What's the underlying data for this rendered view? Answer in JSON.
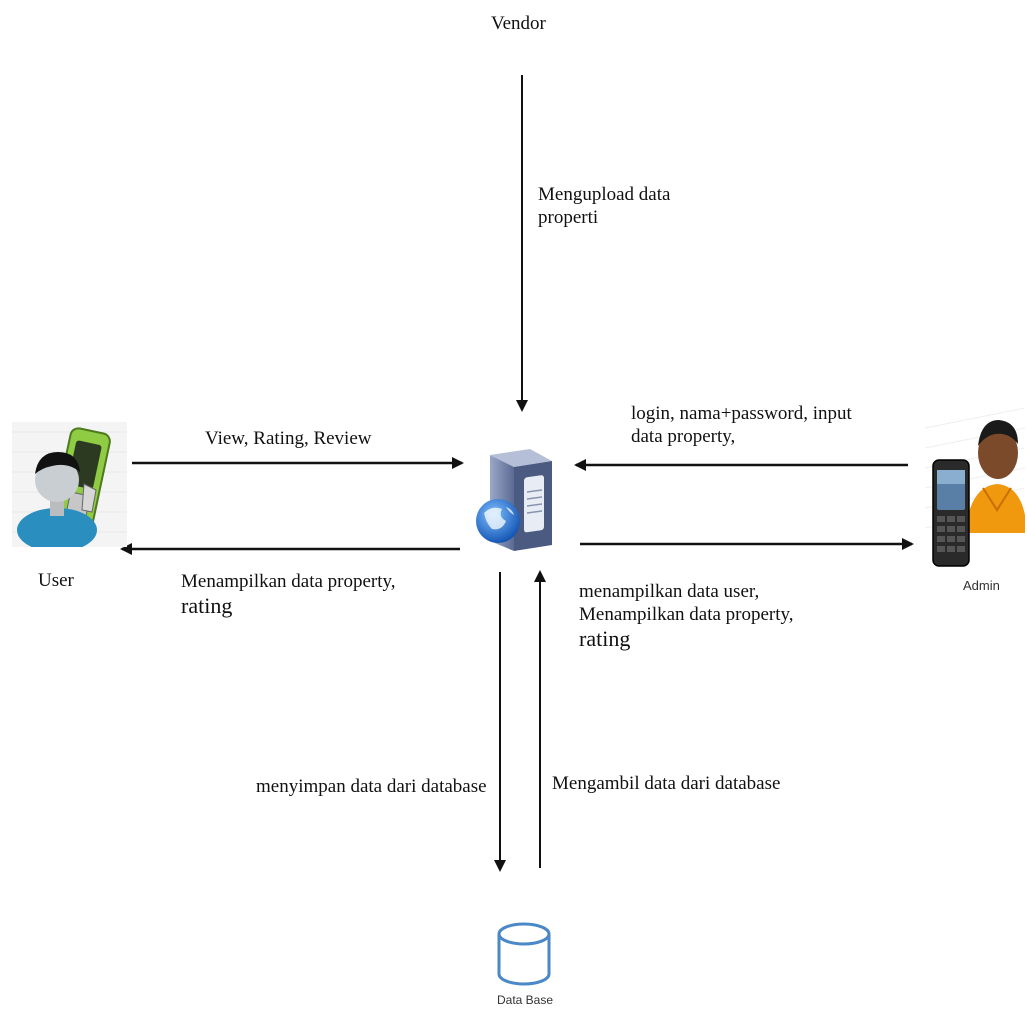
{
  "actors": {
    "vendor": {
      "label": "Vendor",
      "icon": "none"
    },
    "user": {
      "label": "User",
      "icon": "user-person-phone-icon"
    },
    "admin": {
      "label": "Admin",
      "icon": "admin-person-phone-icon"
    },
    "server": {
      "icon": "web-server-globe-icon"
    },
    "database": {
      "label": "Data Base",
      "icon": "database-cylinder-icon"
    }
  },
  "flows": {
    "vendor_to_server": {
      "line1": "Mengupload data",
      "line2": "properti"
    },
    "user_to_server": {
      "text": "View, Rating, Review"
    },
    "server_to_user": {
      "line1": "Menampilkan data property,",
      "line2": "rating"
    },
    "admin_to_server": {
      "line1": "login, nama+password, input",
      "line2": "data property,"
    },
    "server_to_admin": {
      "line1": "menampilkan data user,",
      "line2": "Menampilkan data property,",
      "line3": "rating"
    },
    "server_to_database": {
      "text": "menyimpan data dari database"
    },
    "database_to_server": {
      "text": "Mengambil data dari database"
    }
  },
  "colors": {
    "arrow": "#111111",
    "user_shirt": "#2a8fbf",
    "admin_shirt": "#f0980e",
    "server_body": "#6d7ea8",
    "globe": "#1f6fd0",
    "database_stroke": "#4a88c7"
  }
}
